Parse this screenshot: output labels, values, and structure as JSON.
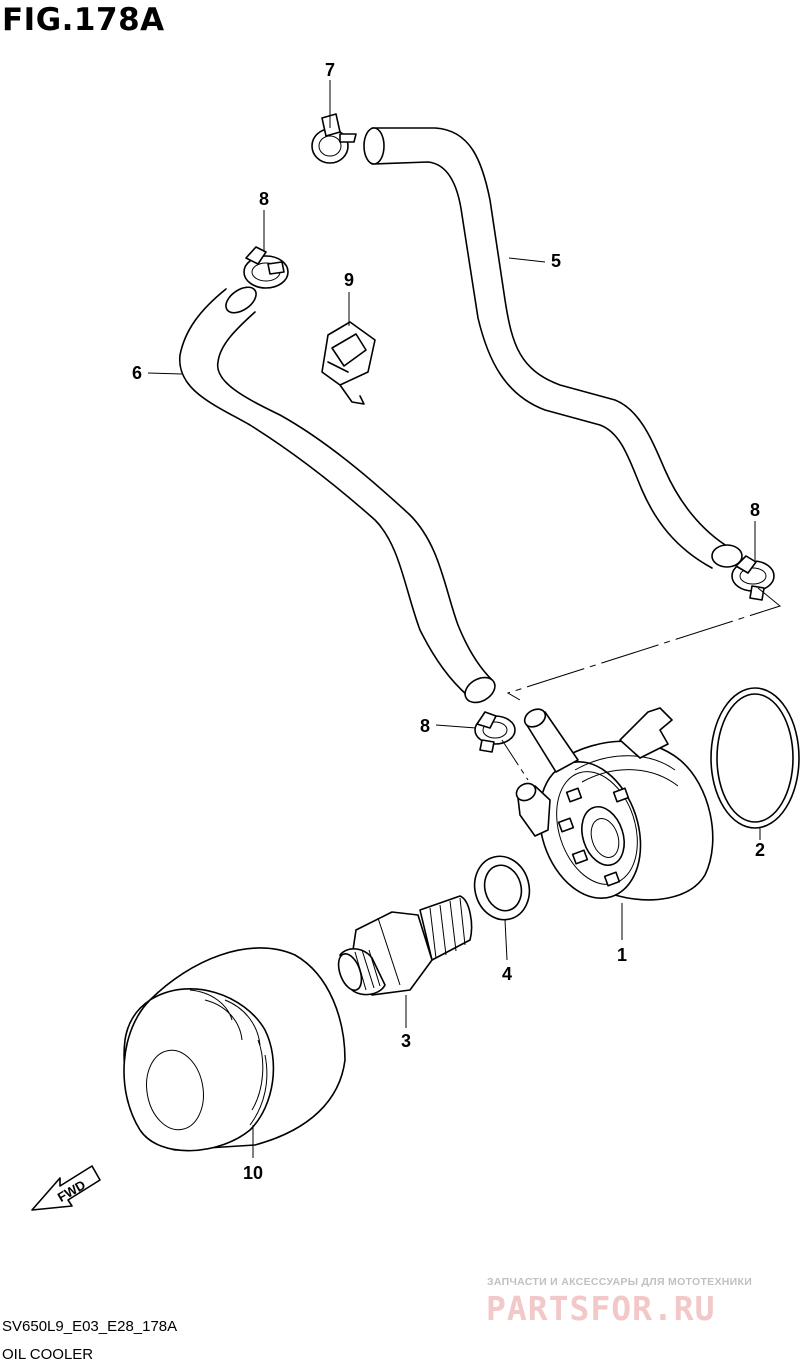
{
  "figure": {
    "title": "FIG.178A",
    "model_code": "SV650L9_E03_E28_178A",
    "name": "OIL COOLER"
  },
  "callouts": [
    {
      "id": "part-1",
      "label": "1"
    },
    {
      "id": "part-2",
      "label": "2"
    },
    {
      "id": "part-3",
      "label": "3"
    },
    {
      "id": "part-4",
      "label": "4"
    },
    {
      "id": "part-5",
      "label": "5"
    },
    {
      "id": "part-6",
      "label": "6"
    },
    {
      "id": "part-7",
      "label": "7"
    },
    {
      "id": "part-8a",
      "label": "8"
    },
    {
      "id": "part-8b",
      "label": "8"
    },
    {
      "id": "part-8c",
      "label": "8"
    },
    {
      "id": "part-9",
      "label": "9"
    },
    {
      "id": "part-10",
      "label": "10"
    }
  ],
  "fwd_label": "FWD",
  "watermark": {
    "tagline": "ЗАПЧАСТИ И АКСЕССУАРЫ ДЛЯ МОТОТЕХНИКИ",
    "brand": "PARTSFOR.RU"
  }
}
